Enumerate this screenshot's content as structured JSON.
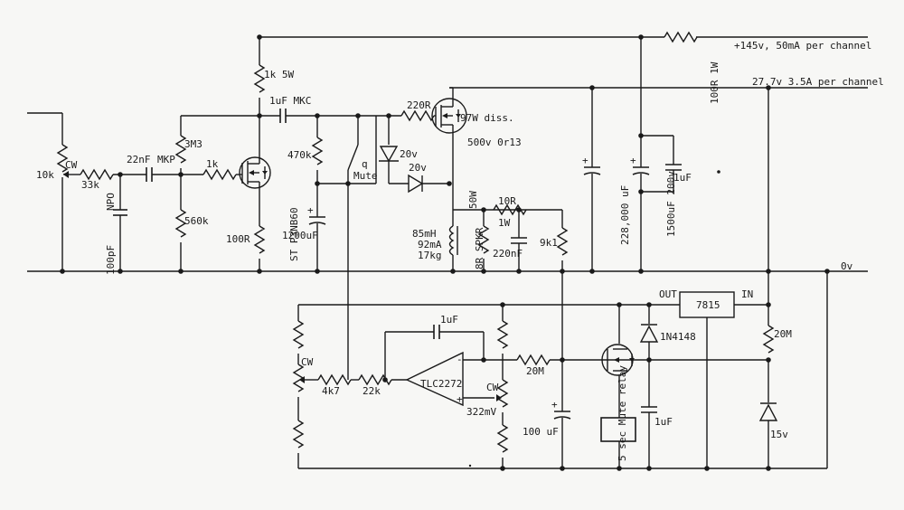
{
  "rails": {
    "hv": "+145v, 50mA per channel",
    "lv": "27.7v 3.5A per channel",
    "gnd": "0v"
  },
  "labels": {
    "pot_in": "10k",
    "pot_in_cw": "CW",
    "r_33k": "33k",
    "c_npo_val": "100pF",
    "c_npo": "NPO",
    "c_22nf": "22nF",
    "c_mkp": "MKP",
    "r_3m3": "3M3",
    "r_560k": "560k",
    "r_1k": "1k",
    "q1": "ST P3NB60",
    "r_100r": "100R",
    "r_1k5w": "1k 5W",
    "c_1uf_mkc": "1uF MKC",
    "r_470k": "470k",
    "c_1200uf": "1200uF",
    "mute_q": "q",
    "mute": "Mute",
    "r_220r": "220R",
    "z_20v_a": "20v",
    "z_20v_b": "20v",
    "q2_diss": "97W diss.",
    "q2": "500v 0r13",
    "spkr_w": "50W",
    "spkr_l": "85mH",
    "spkr_i": "92mA",
    "spkr_m": "17kg",
    "spkr": "8R SPKR",
    "r_10r": "10R",
    "r_10r_w": "1W",
    "c_220nf": "220nF",
    "r_9k1": "9k1",
    "c_228k": "228,000 uF",
    "c_1500uf": "1500uF 200v",
    "c_1uf_hv": "1uF",
    "r_100r1w": "100R 1W",
    "pot_bias_cw": "CW",
    "r_4k7": "4k7",
    "r_22k": "22k",
    "c_1uf_fb": "1uF",
    "opamp": "TLC2272",
    "op_minus": "-",
    "op_plus": "+",
    "pot_ref_cw": "CW",
    "v_322mv": "322mV",
    "r_20m_fb": "20M",
    "c_100uf": "100 uF",
    "relay": "5 sec Mute relay",
    "d_1n4148": "1N4148",
    "c_1uf_r": "1uF",
    "reg": "7815",
    "reg_out": "OUT",
    "reg_in": "IN",
    "r_20m": "20M",
    "z_15v": "15v"
  }
}
